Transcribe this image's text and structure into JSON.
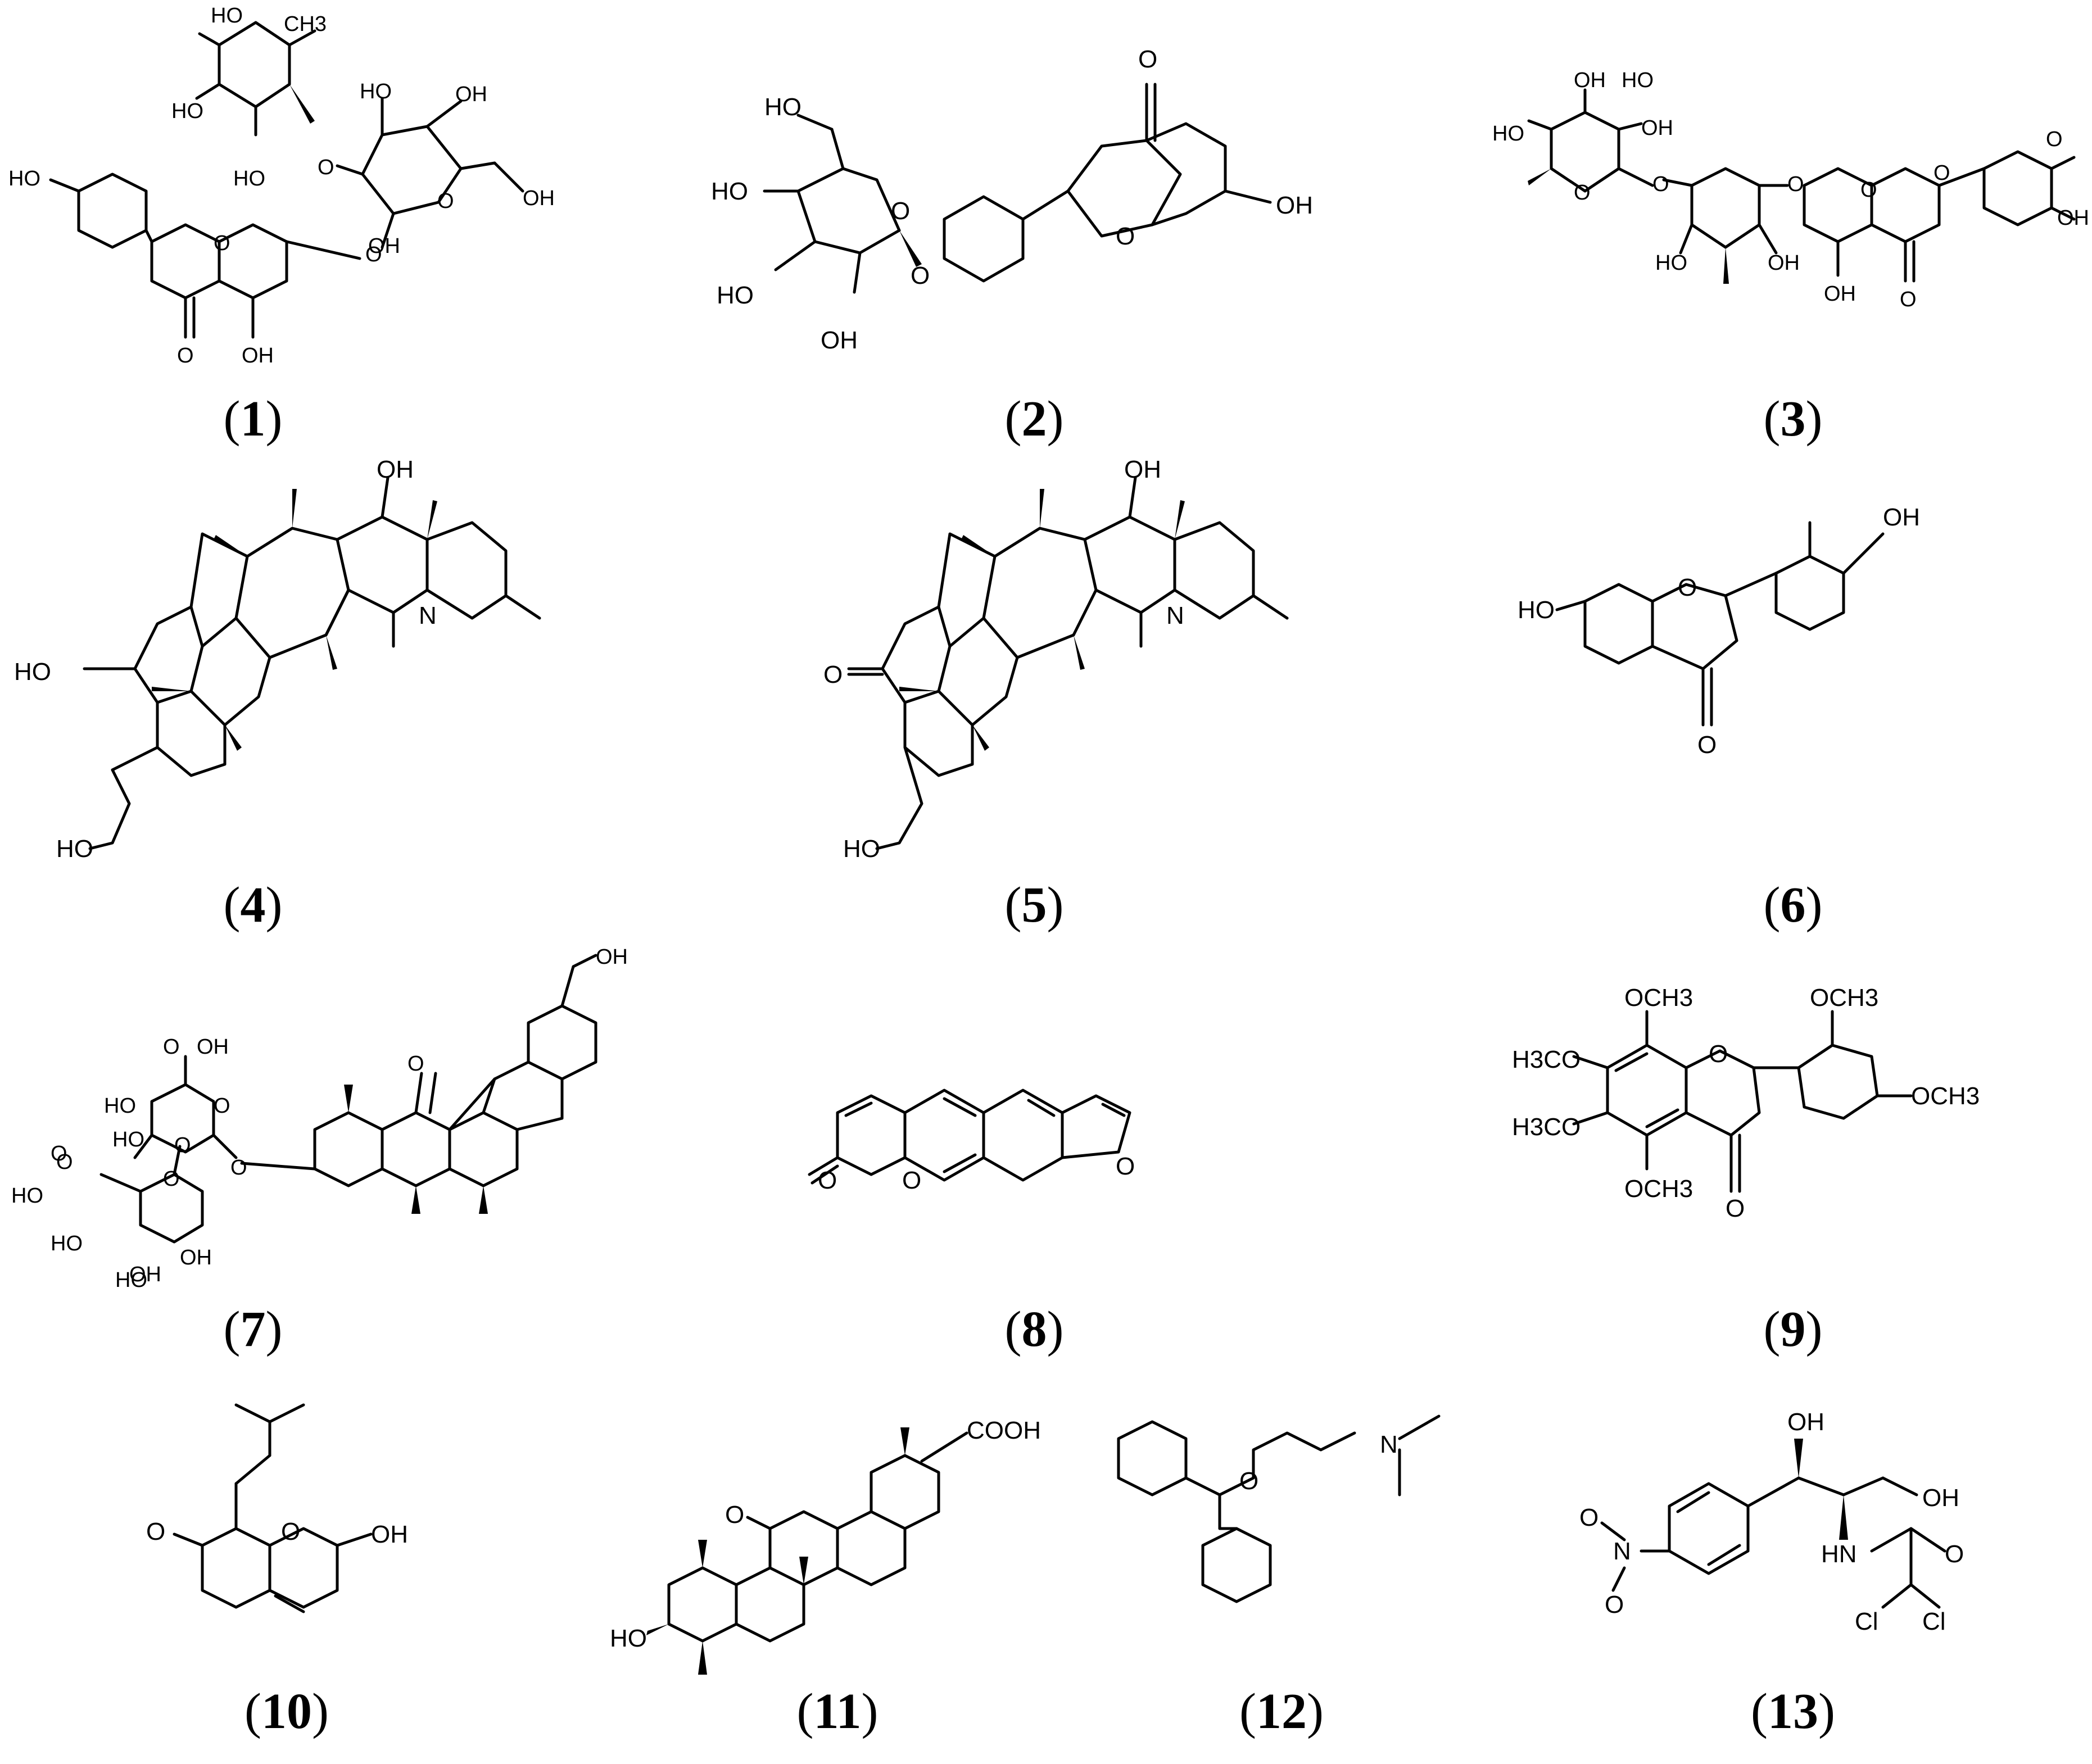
{
  "figure": {
    "compounds": [
      {
        "id": "1",
        "caption_open": "(",
        "caption_num": "1",
        "caption_close": ")",
        "labels": [
          "CH3",
          "HO",
          "HO",
          "HO",
          "O",
          "HO",
          "OH",
          "OH",
          "O",
          "HO",
          "O",
          "O",
          "OH",
          "O",
          "OH"
        ]
      },
      {
        "id": "2",
        "caption_open": "(",
        "caption_num": "2",
        "caption_close": ")",
        "labels": [
          "O",
          "HO",
          "O",
          "HO",
          "HO",
          "O",
          "OH",
          "O",
          "OH"
        ]
      },
      {
        "id": "3",
        "caption_open": "(",
        "caption_num": "3",
        "caption_close": ")",
        "labels": [
          "HO",
          "OH",
          "HO",
          "OH",
          "O",
          "O",
          "O",
          "O",
          "HO",
          "OH",
          "OH",
          "O",
          "O",
          "OH",
          "O"
        ]
      },
      {
        "id": "4",
        "caption_open": "(",
        "caption_num": "4",
        "caption_close": ")",
        "labels": [
          "OH",
          "N",
          "HO",
          "HO"
        ]
      },
      {
        "id": "5",
        "caption_open": "(",
        "caption_num": "5",
        "caption_close": ")",
        "labels": [
          "OH",
          "N",
          "O",
          "HO"
        ]
      },
      {
        "id": "6",
        "caption_open": "(",
        "caption_num": "6",
        "caption_close": ")",
        "labels": [
          "OH",
          "HO",
          "O",
          "O"
        ]
      },
      {
        "id": "7",
        "caption_open": "(",
        "caption_num": "7",
        "caption_close": ")",
        "labels": [
          "O",
          "OH",
          "O",
          "OH",
          "HO",
          "O",
          "O",
          "HO",
          "O",
          "O",
          "HO",
          "O",
          "O",
          "HO",
          "HO",
          "OH",
          "OH"
        ]
      },
      {
        "id": "8",
        "caption_open": "(",
        "caption_num": "8",
        "caption_close": ")",
        "labels": [
          "O",
          "O",
          "O"
        ]
      },
      {
        "id": "9",
        "caption_open": "(",
        "caption_num": "9",
        "caption_close": ")",
        "labels": [
          "OCH3",
          "OCH3",
          "H3CO",
          "O",
          "OCH3",
          "H3CO",
          "O",
          "OCH3"
        ]
      },
      {
        "id": "10",
        "caption_open": "(",
        "caption_num": "10",
        "caption_close": ")",
        "labels": [
          "O",
          "O",
          "OH"
        ]
      },
      {
        "id": "11",
        "caption_open": "(",
        "caption_num": "11",
        "caption_close": ")",
        "labels": [
          "COOH",
          "O",
          "HO"
        ]
      },
      {
        "id": "12",
        "caption_open": "(",
        "caption_num": "12",
        "caption_close": ")",
        "labels": [
          "N",
          "O"
        ]
      },
      {
        "id": "13",
        "caption_open": "(",
        "caption_num": "13",
        "caption_close": ")",
        "labels": [
          "OH",
          "OH",
          "O",
          "N",
          "HN",
          "O",
          "O",
          "Cl",
          "Cl"
        ]
      }
    ]
  }
}
